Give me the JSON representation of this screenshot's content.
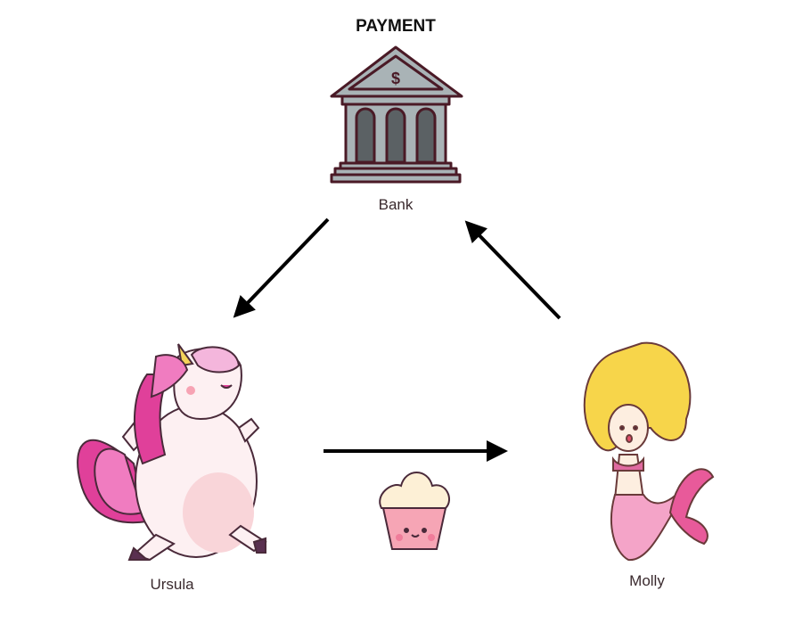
{
  "title": "PAYMENT",
  "nodes": {
    "bank": {
      "label": "Bank",
      "icon": "bank-icon"
    },
    "ursula": {
      "label": "Ursula",
      "icon": "unicorn-icon"
    },
    "molly": {
      "label": "Molly",
      "icon": "mermaid-icon"
    },
    "item": {
      "icon": "cupcake-icon"
    }
  },
  "edges": [
    {
      "from": "Bank",
      "to": "Ursula"
    },
    {
      "from": "Ursula",
      "to": "Molly"
    },
    {
      "from": "Molly",
      "to": "Bank"
    }
  ],
  "colors": {
    "outline": "#4a1a26",
    "bank_fill": "#a9b3b6",
    "arrow": "#000000",
    "pink": "#e95aa8"
  }
}
